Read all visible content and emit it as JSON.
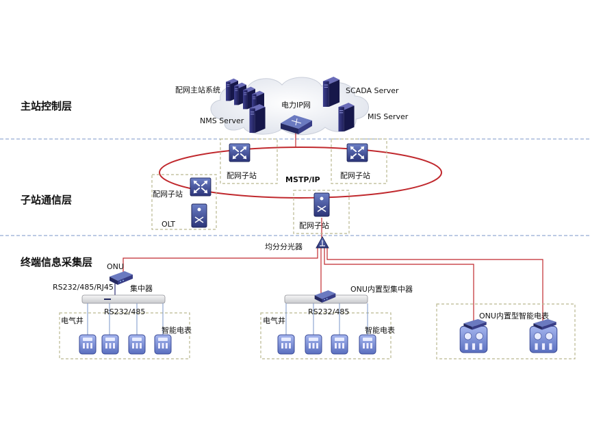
{
  "layers": {
    "top": "主站控制层",
    "mid": "子站通信层",
    "bottom": "终端信息采集层"
  },
  "master": {
    "distribution_system": "配网主站系统",
    "scada": "SCADA Server",
    "power_ip": "电力IP网",
    "nms": "NMS Server",
    "mis": "MIS Server"
  },
  "substation": {
    "sub1": "配网子站",
    "sub2": "配网子站",
    "sub3": "配网子站",
    "sub4": "配网子站",
    "olt": "OLT",
    "mstp": "MSTP/IP"
  },
  "terminal": {
    "splitter": "均分分光器",
    "onu": "ONU",
    "port_types": "RS232/485/RJ45",
    "concentrator": "集中器",
    "rs232_left": "RS232/485",
    "rs232_mid": "RS232/485",
    "well_left": "电气井",
    "well_mid": "电气井",
    "meter_left": "智能电表",
    "meter_mid": "智能电表",
    "onu_concentrator": "ONU内置型集中器",
    "onu_meter": "ONU内置型智能电表"
  },
  "colors": {
    "link_red": "#c0282d",
    "dashed_blue": "#7a95c8",
    "box_dash": "#b9b88f",
    "device_navy": "#2e2f73",
    "cloud_fill": "#eceff5"
  }
}
